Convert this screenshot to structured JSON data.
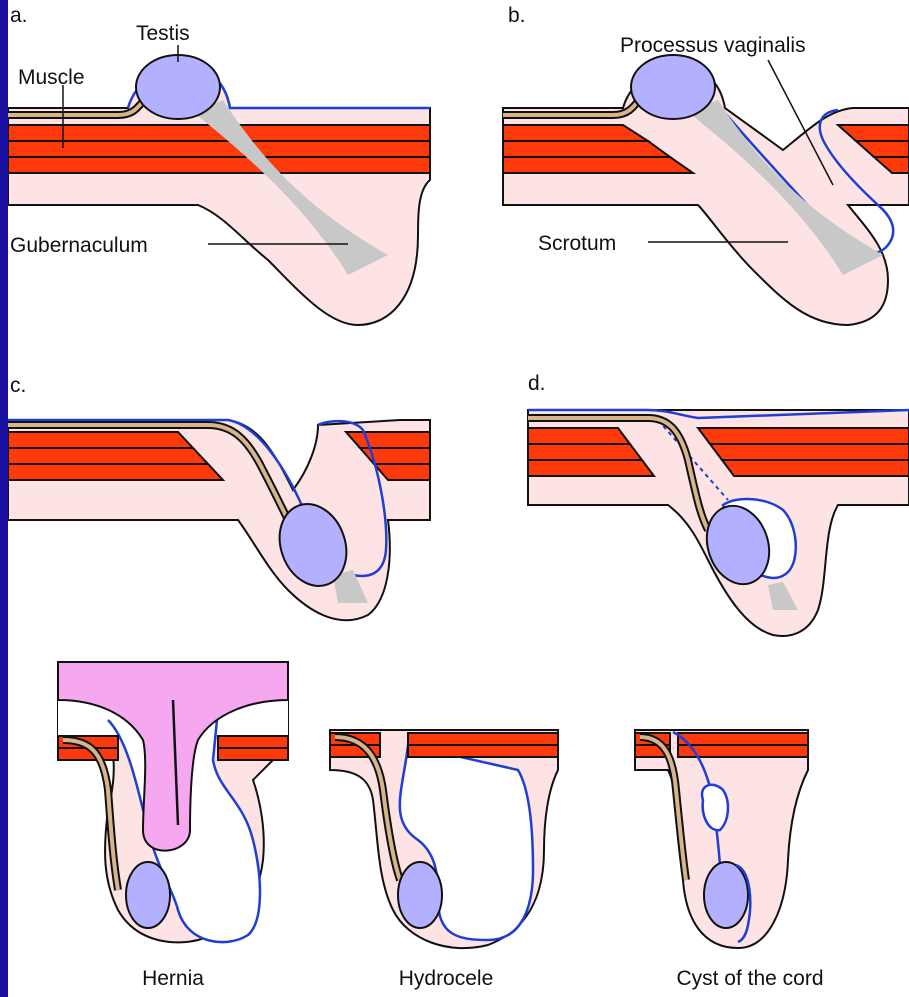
{
  "panels": {
    "a": "a.",
    "b": "b.",
    "c": "c.",
    "d": "d."
  },
  "labels": {
    "testis": "Testis",
    "muscle": "Muscle",
    "gubernaculum": "Gubernaculum",
    "processus_vaginalis": "Processus vaginalis",
    "scrotum": "Scrotum"
  },
  "captions": {
    "hernia": "Hernia",
    "hydrocele": "Hydrocele",
    "cyst": "Cyst of the cord"
  },
  "colors": {
    "background": "#1a0f9e",
    "skin": "#fde3e3",
    "muscle": "#ff3a0a",
    "testis": "#b3b1ff",
    "gubernaculum": "#c8c8c8",
    "cord": "#d7b48c",
    "processus_line": "#1f3fd1",
    "hernia_bowel": "#f5a8f0"
  }
}
